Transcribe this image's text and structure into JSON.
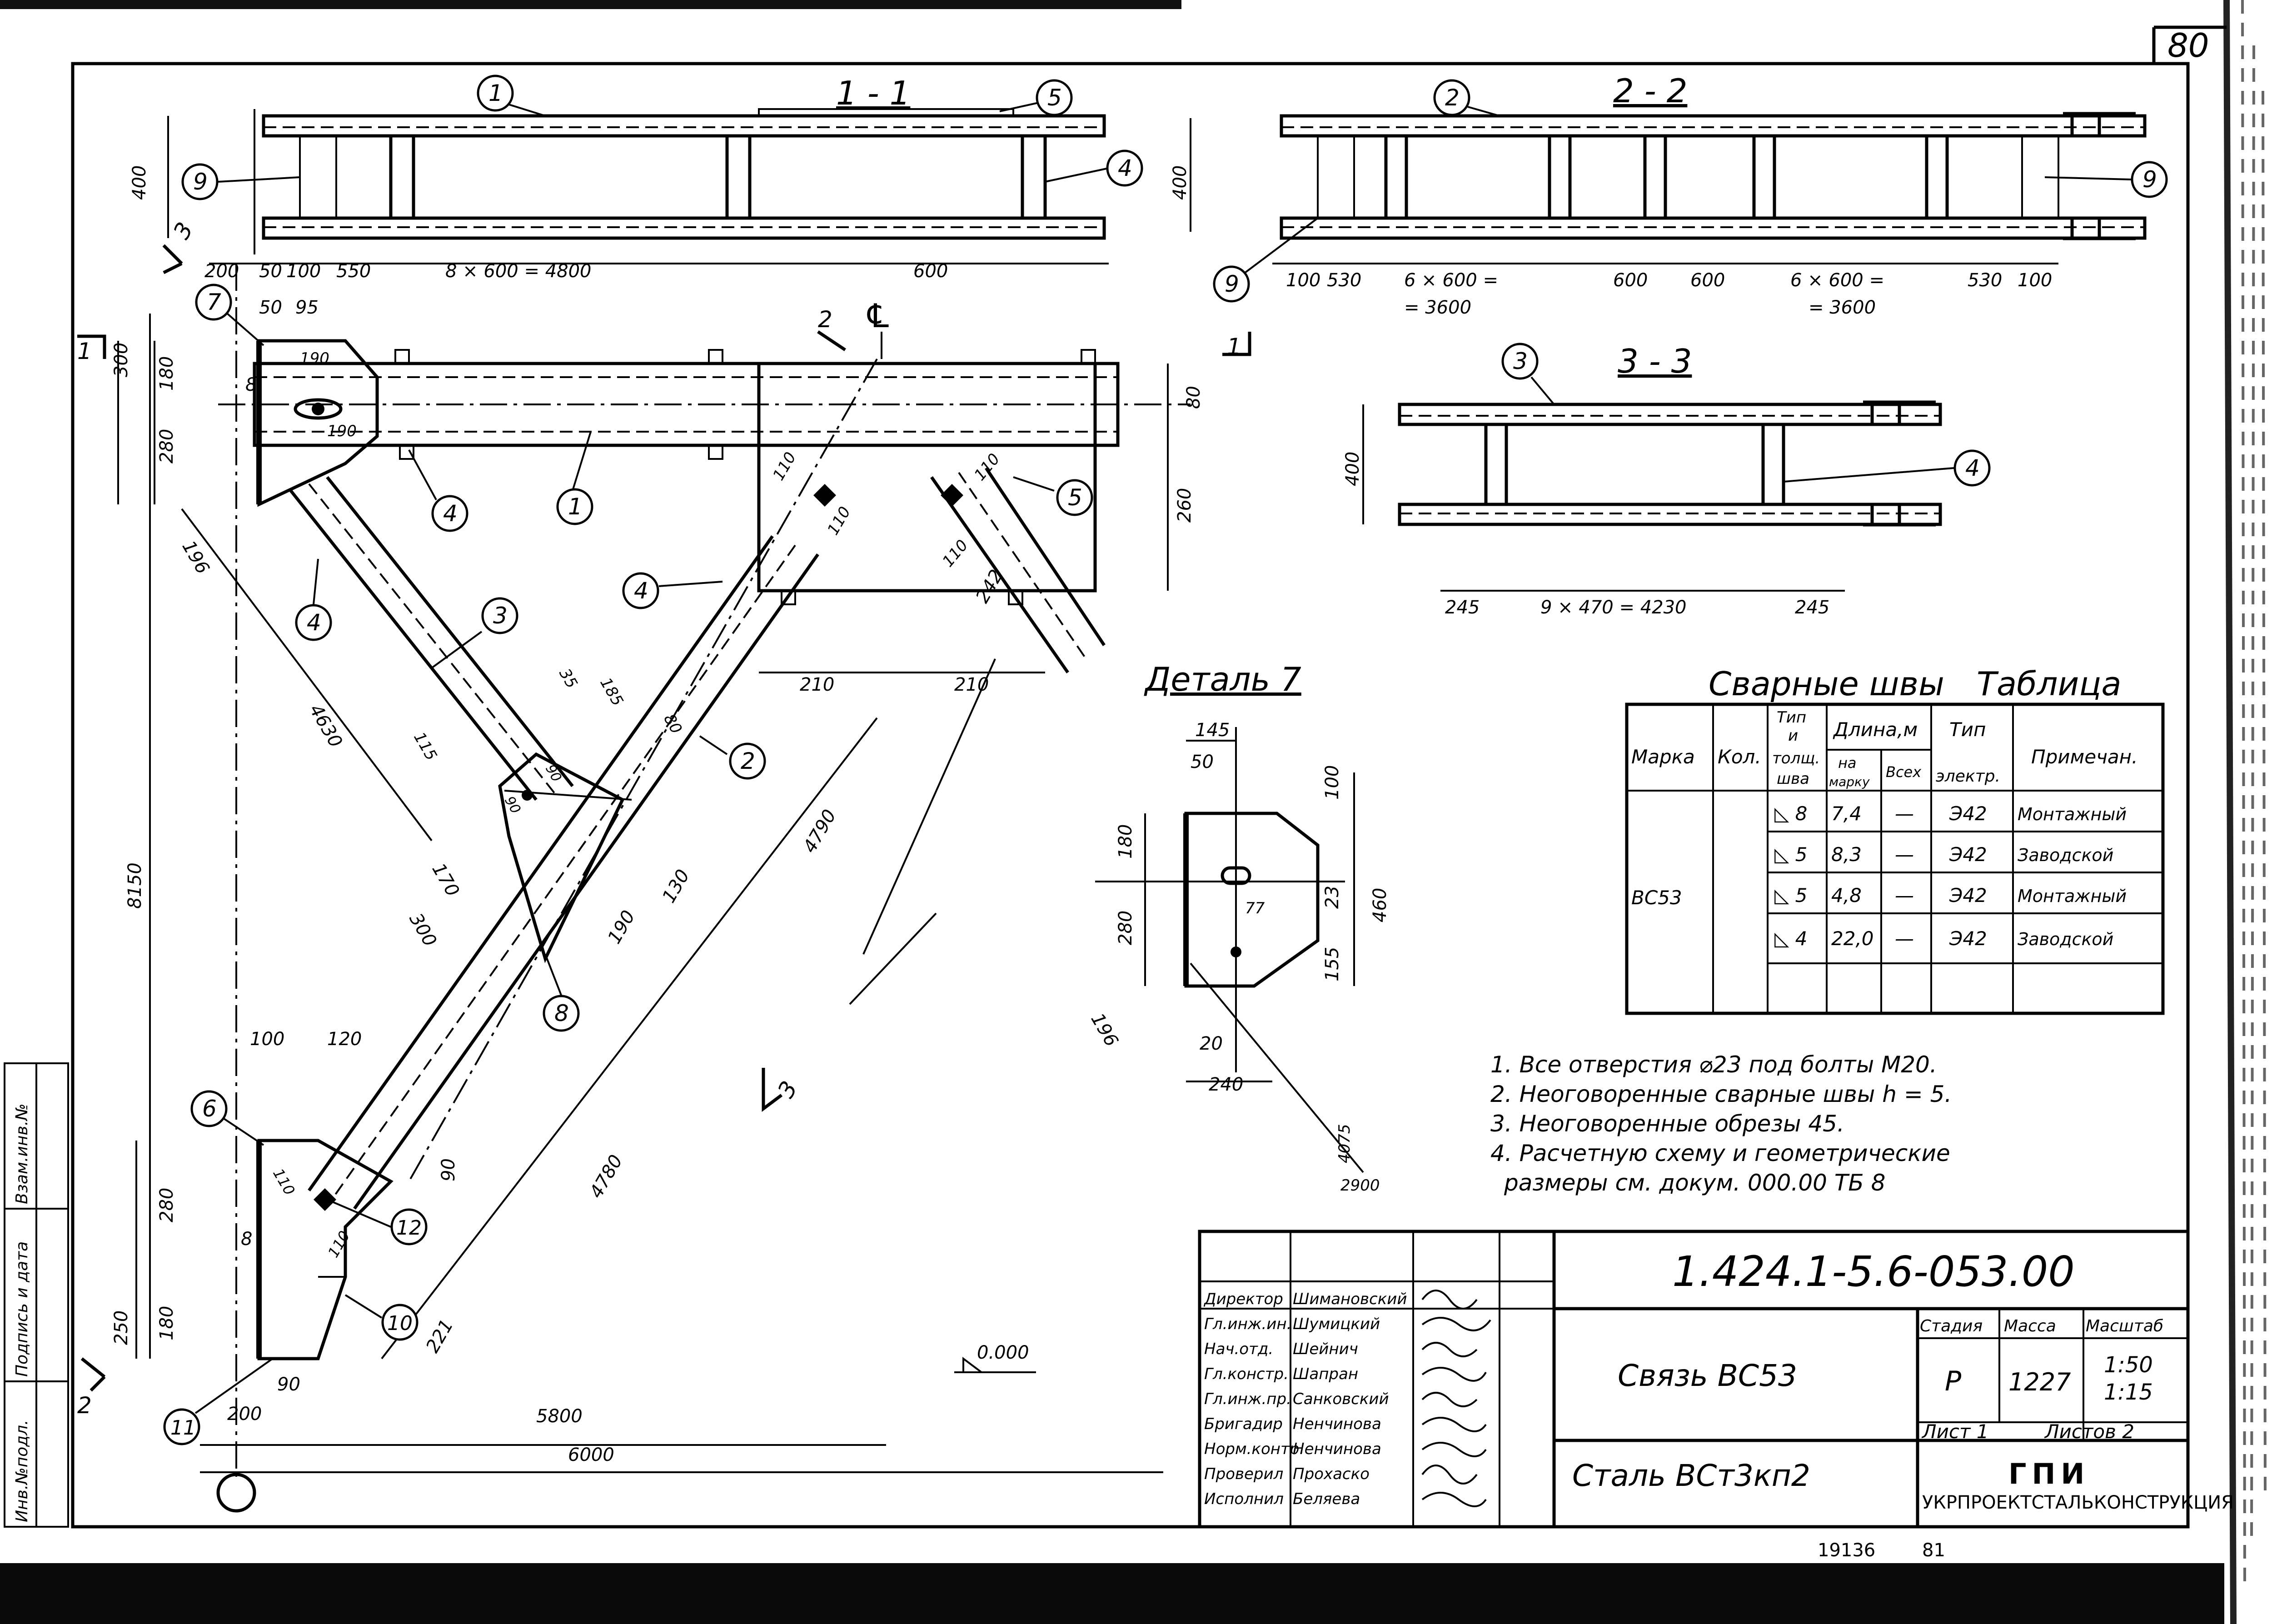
{
  "sheet": {
    "page_number": "80",
    "bottom_numbers": [
      "19136",
      "81"
    ]
  },
  "views": {
    "section_1": {
      "title": "1 - 1",
      "dims": [
        "400",
        "200",
        "50",
        "100",
        "550",
        "8 × 600 = 4800",
        "600"
      ],
      "markers": [
        "1",
        "5",
        "9",
        "4"
      ]
    },
    "section_2": {
      "title": "2 - 2",
      "dims": [
        "400",
        "100",
        "530",
        "6 × 600 =",
        "= 3600",
        "600",
        "600",
        "6 × 600 =",
        "= 3600",
        "530",
        "100"
      ],
      "markers": [
        "2",
        "9",
        "9"
      ]
    },
    "section_3": {
      "title": "3 - 3",
      "dims": [
        "400",
        "245",
        "9 × 470 = 4230",
        "245"
      ],
      "markers": [
        "3",
        "4"
      ]
    },
    "main": {
      "dims": [
        "50",
        "95",
        "300",
        "180",
        "280",
        "8",
        "190",
        "190",
        "80",
        "260",
        "110",
        "110",
        "110",
        "110",
        "196",
        "242",
        "210",
        "210",
        "4630",
        "4790",
        "35",
        "185",
        "80",
        "115",
        "90",
        "90",
        "170",
        "300",
        "190",
        "130",
        "8150",
        "100",
        "120",
        "110",
        "90",
        "280",
        "8",
        "110",
        "250",
        "180",
        "90",
        "221",
        "4780",
        "200",
        "5800",
        "6000",
        "0.000"
      ],
      "markers": [
        "7",
        "1",
        "4",
        "4",
        "3",
        "4",
        "2",
        "5",
        "8",
        "6",
        "12",
        "10",
        "11"
      ],
      "section_cuts": [
        "1",
        "1",
        "2",
        "2",
        "3",
        "3"
      ]
    },
    "detail_7": {
      "title": "Деталь 7",
      "dims": [
        "145",
        "50",
        "100",
        "180",
        "280",
        "23",
        "460",
        "155",
        "77",
        "196",
        "20",
        "240",
        "4075",
        "2900"
      ]
    }
  },
  "weld_table": {
    "title_left": "Сварные швы",
    "title_right": "Таблица",
    "headers": {
      "mark": "Марка",
      "qty": "Кол.",
      "type": [
        "Тип",
        "и",
        "толщ.",
        "шва"
      ],
      "length": "Длина,м",
      "per_mark": [
        "на",
        "марку"
      ],
      "total": "Всех",
      "electrode": [
        "Тип",
        "электр."
      ],
      "note": "Примечан."
    },
    "mark": "ВС53",
    "rows": [
      {
        "type": "◺ 8",
        "per_mark": "7,4",
        "total": "—",
        "electrode": "Э42",
        "note": "Монтажный"
      },
      {
        "type": "◺ 5",
        "per_mark": "8,3",
        "total": "—",
        "electrode": "Э42",
        "note": "Заводской"
      },
      {
        "type": "◺ 5",
        "per_mark": "4,8",
        "total": "—",
        "electrode": "Э42",
        "note": "Монтажный"
      },
      {
        "type": "◺ 4",
        "per_mark": "22,0",
        "total": "—",
        "electrode": "Э42",
        "note": "Заводской"
      }
    ]
  },
  "notes": [
    "1. Все отверстия ⌀23 под болты М20.",
    "2. Неоговоренные сварные швы h = 5.",
    "3. Неоговоренные обрезы 45.",
    "4. Расчетную схему и геометрические",
    "размеры см. докум. 000.00 ТБ 8"
  ],
  "side_stamp": [
    "Инв.№подл.",
    "Подпись и дата",
    "Взам.инв.№"
  ],
  "title_block": {
    "doc_number": "1.424.1-5.6-053.00",
    "name": "Связь ВС53",
    "material": "Сталь ВСт3кп2",
    "stage_label": "Стадия",
    "mass_label": "Масса",
    "scale_label": "Масштаб",
    "stage": "Р",
    "mass": "1227",
    "scale": [
      "1:50",
      "1:15"
    ],
    "sheet_label": "Лист 1",
    "sheets_label": "Листов 2",
    "org": [
      "ГПИ",
      "УКРПРОЕКТСТАЛЬКОНСТРУКЦИЯ"
    ],
    "staff": [
      {
        "role": "Директор",
        "name": "Шимановский"
      },
      {
        "role": "Гл.инж.ин.",
        "name": "Шумицкий"
      },
      {
        "role": "Нач.отд.",
        "name": "Шейнич"
      },
      {
        "role": "Гл.констр.",
        "name": "Шапран"
      },
      {
        "role": "Гл.инж.пр.",
        "name": "Санковский"
      },
      {
        "role": "Бригадир",
        "name": "Ненчинова"
      },
      {
        "role": "Норм.контр.",
        "name": "Ненчинова"
      },
      {
        "role": "Проверил",
        "name": "Прохаско"
      },
      {
        "role": "Исполнил",
        "name": "Беляева"
      }
    ]
  }
}
